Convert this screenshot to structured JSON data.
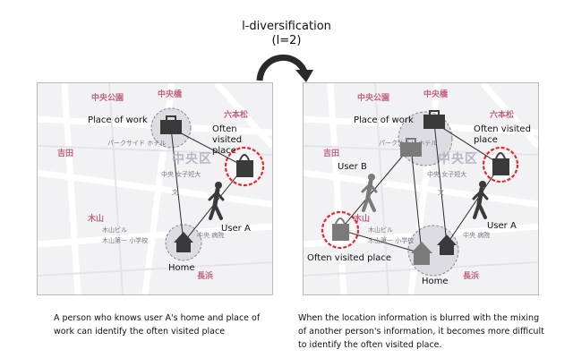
{
  "title": {
    "line1": "l-diversification",
    "line2": "(l=2)"
  },
  "left_panel": {
    "labels": {
      "place_of_work": "Place of work",
      "often_visited_place": "Often visited place",
      "user_a": "User A",
      "home": "Home"
    },
    "caption": "A person who knows user A's home and place of work can identify the often visited place"
  },
  "right_panel": {
    "labels": {
      "place_of_work": "Place of work",
      "often_visited_place_top": "Often visited place",
      "user_b": "User B",
      "user_a": "User A",
      "often_visited_place_bottom": "Often visited place",
      "home": "Home"
    },
    "caption": "When the location information is blurred with the mixing of another person's information, it becomes more difficult to identify the often visited place."
  },
  "map_text": {
    "chuo_park": "中央公園",
    "chuo_bashi": "中央橋",
    "rokuhonmatsu": "六本松",
    "yoshida": "吉田",
    "park_side_hotel": "パークサイド ホテル",
    "chuo_ku": "中央区",
    "girls_high_school": "中央 女子短大",
    "bun": "文",
    "kiyama": "木山",
    "kiyama_bldg": "木山ビル",
    "kiyama_school": "木山第一 小学校",
    "chuo_hospital": "中央 病院",
    "nagahama": "長浜"
  },
  "colors": {
    "icon_dark": "#3a3a3a",
    "icon_gray": "#7a7a7a",
    "visited_circle": "#e8262b",
    "blur_circle": "#d6d6dd",
    "map_red_text": "#c0607e"
  }
}
